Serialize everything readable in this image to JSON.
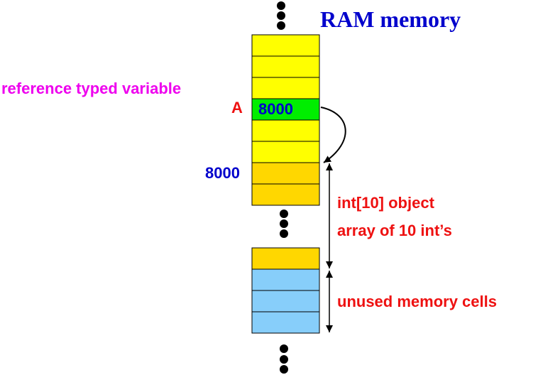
{
  "title": "RAM memory",
  "reference_label": "reference typed variable",
  "variable_name": "A",
  "variable_value": "8000",
  "array_address": "8000",
  "array_object_label": "int[10] object",
  "array_description": "array of 10 int’s",
  "unused_label": "unused memory cells",
  "colors": {
    "title": "#0000cc",
    "reference_label": "#ee00ee",
    "red_text": "#ee1111",
    "blue_text": "#0000cc",
    "cell_yellow": "#ffff00",
    "cell_green": "#00ee00",
    "cell_orange": "#ffd700",
    "cell_blue": "#87cefa",
    "cell_border": "#000000"
  },
  "memory_upper": [
    "yellow",
    "yellow",
    "yellow",
    "green",
    "yellow",
    "yellow",
    "orange",
    "orange"
  ],
  "memory_lower": [
    "orange",
    "blue",
    "blue",
    "blue"
  ]
}
